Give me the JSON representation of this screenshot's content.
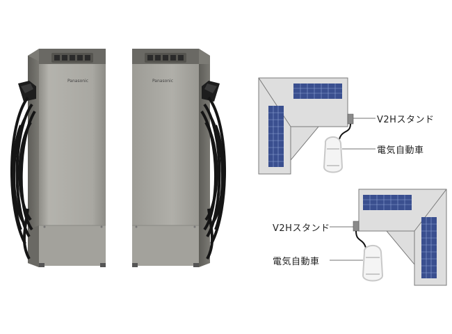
{
  "brand": {
    "left_unit": "Panasonic",
    "right_unit": "Panasonic"
  },
  "diagram_top": {
    "stand_label": "V2Hスタンド",
    "car_label": "電気自動車"
  },
  "diagram_bottom": {
    "stand_label": "V2Hスタンド",
    "car_label": "電気自動車"
  },
  "colors": {
    "unit_body": "#a9a8a2",
    "unit_top": "#6d6c66",
    "cable": "#1a1a1a",
    "roof": "#dcdcdc",
    "panel": "#3a4f8f",
    "stand": "#8a8a8a"
  }
}
